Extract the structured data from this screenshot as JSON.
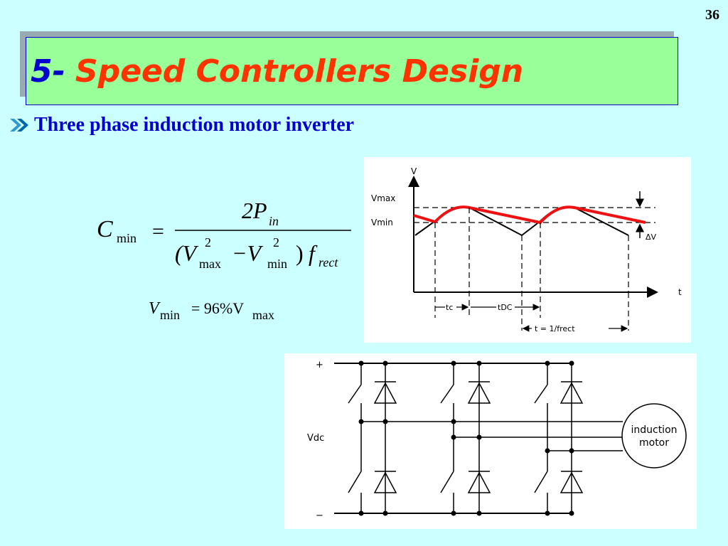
{
  "page_number": "36",
  "title": {
    "number": "5-",
    "text": "Speed Controllers Design"
  },
  "bullet": {
    "text": "Three phase induction motor inverter"
  },
  "formula_cmin": {
    "lhs": "C",
    "lhs_sub": "min",
    "equals": "=",
    "numerator": "2P",
    "numerator_sub": "in",
    "denominator_open": "(V",
    "sup1": "2",
    "sub1": "max",
    "minus": "−V",
    "sup2": "2",
    "sub2": "min",
    "close": ")",
    "f": "f",
    "f_sub": "rect"
  },
  "formula_vmin": {
    "lhs": "V",
    "lhs_sub": "min",
    "rhs": "= 96%V",
    "rhs_sub": "max"
  },
  "waveform": {
    "v_axis": "V",
    "t_axis": "t",
    "vmax": "Vmax",
    "vmin": "Vmin",
    "delta_v": "ΔV",
    "tc": "tc",
    "tdc": "tDC",
    "period": "t = 1/frect",
    "colors": {
      "ripple": "#ee1111",
      "axes": "#000000"
    }
  },
  "inverter": {
    "plus": "+",
    "minus": "−",
    "vdc": "Vdc",
    "motor_line1": "induction",
    "motor_line2": "motor"
  }
}
